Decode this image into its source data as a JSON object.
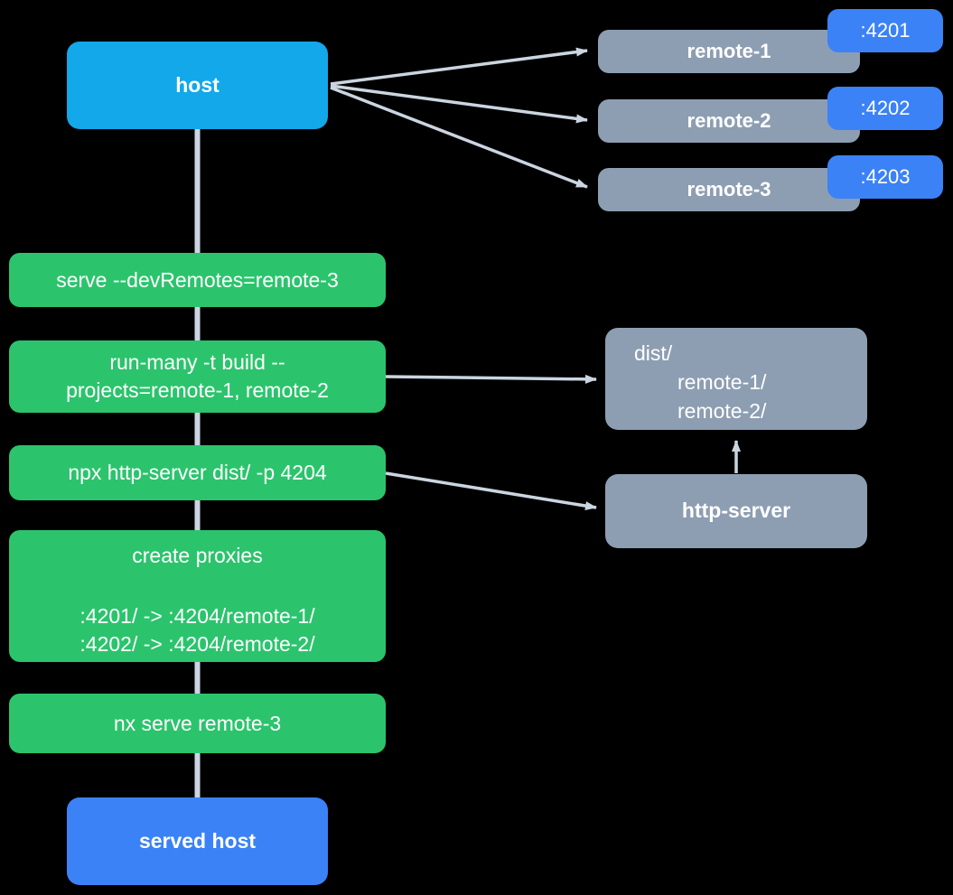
{
  "colors": {
    "background": "#000000",
    "host_cyan": "#12a8e9",
    "step_green": "#2bc46c",
    "node_gray": "#8d9eb2",
    "accent_blue": "#3b82f6",
    "edge_gray": "#cbd5e1",
    "text_white": "#ffffff"
  },
  "nodes": {
    "host": {
      "label": "host"
    },
    "served_host": {
      "label": "served host"
    },
    "remotes": [
      {
        "label": "remote-1",
        "port": ":4201"
      },
      {
        "label": "remote-2",
        "port": ":4202"
      },
      {
        "label": "remote-3",
        "port": ":4203"
      }
    ],
    "steps": [
      {
        "lines": [
          "serve --devRemotes=remote-3"
        ]
      },
      {
        "lines": [
          "run-many -t build --",
          "projects=remote-1, remote-2"
        ]
      },
      {
        "lines": [
          "npx http-server dist/ -p 4204"
        ]
      },
      {
        "title": "create proxies",
        "lines": [
          ":4201/ -> :4204/remote-1/",
          ":4202/ -> :4204/remote-2/"
        ]
      },
      {
        "lines": [
          "nx serve remote-3"
        ]
      }
    ],
    "dist": {
      "lines": [
        "dist/",
        "remote-1/",
        "remote-2/"
      ]
    },
    "http_server": {
      "label": "http-server"
    }
  },
  "edges": [
    {
      "from": "host",
      "to": "remote-1",
      "arrow": true
    },
    {
      "from": "host",
      "to": "remote-2",
      "arrow": true
    },
    {
      "from": "host",
      "to": "remote-3",
      "arrow": true
    },
    {
      "from": "host",
      "to": "served host",
      "arrow": false
    },
    {
      "from": "run-many -t build",
      "to": "dist/",
      "arrow": true
    },
    {
      "from": "npx http-server",
      "to": "http-server",
      "arrow": true
    },
    {
      "from": "http-server",
      "to": "dist/",
      "arrow": true
    }
  ]
}
